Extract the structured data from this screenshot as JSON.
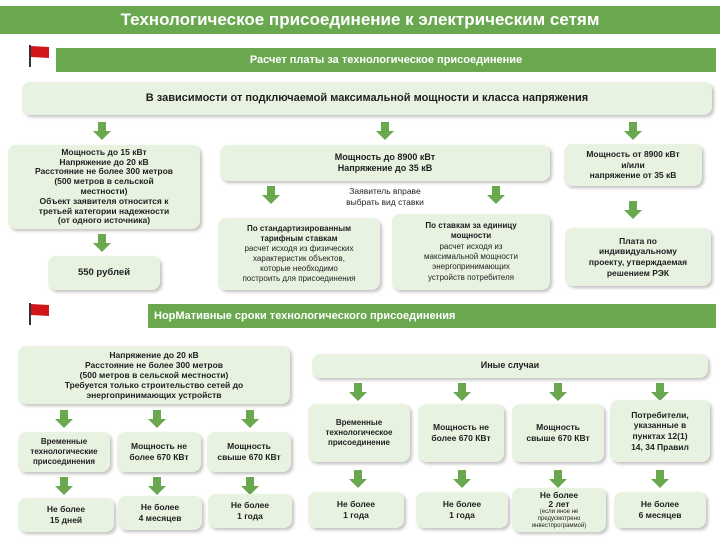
{
  "title": "Технологическое присоединение к электрическим сетям",
  "section1": {
    "banner": "Расчет платы  за технологическое присоединение",
    "subheader": "В зависимости от подключаемой  максимальной мощности и класса напряжения",
    "col1": {
      "lines": [
        "Мощность до 15 кВт",
        "Напряжение до 20 кВ",
        "Расстояние не более 300 метров",
        "(500 метров в сельской",
        "местности)",
        "Объект заявителя относится к",
        "третьей категории надежности",
        "(от одного источника)"
      ],
      "price": "550 рублей"
    },
    "col2": {
      "lines": [
        "Мощность до 8900 кВт",
        "Напряжение до 35 кВ"
      ],
      "choice": [
        "Заявитель вправе",
        "выбрать вид ставки"
      ],
      "standard": {
        "title": [
          "По стандартизированным",
          "тарифным ставкам"
        ],
        "body": [
          "расчет исходя из физических",
          "характеристик объектов,",
          "которые необходимо",
          "построить для присоединения"
        ]
      },
      "unit": {
        "title": [
          "По ставкам за единицу",
          "мощности"
        ],
        "body": [
          "расчет исходя из",
          "максимальной мощности",
          "энергопринимающих",
          "устройств потребителя"
        ]
      }
    },
    "col3": {
      "lines": [
        "Мощность от 8900 кВт",
        "и/или",
        "напряжение от 35 кВ"
      ],
      "result": [
        "Плата по",
        "индивидуальному",
        "проекту, утверждаемая",
        "решением РЭК"
      ]
    }
  },
  "section2": {
    "banner": "НорМативные сроки технологического присоединения",
    "left": {
      "header": [
        "Напряжение до 20 кВ",
        "Расстояние не более 300 метров",
        "(500 метров в сельской местности)",
        "Требуется только строительство сетей до",
        "энергопринимающих устройств"
      ],
      "categories": [
        {
          "label": [
            "Временные",
            "технологические",
            "присоединения"
          ],
          "term": [
            "Не более",
            "15 дней"
          ]
        },
        {
          "label": [
            "Мощность не",
            "более 670 КВт"
          ],
          "term": [
            "Не более",
            "4 месяцев"
          ]
        },
        {
          "label": [
            "Мощность",
            "свыше 670 КВт"
          ],
          "term": [
            "Не более",
            "1 года"
          ]
        }
      ]
    },
    "right": {
      "header": "Иные случаи",
      "categories": [
        {
          "label": [
            "Временные",
            "технологическое",
            "присоединение"
          ],
          "term": [
            "Не более",
            "1 года"
          ]
        },
        {
          "label": [
            "Мощность не",
            "более 670 КВт"
          ],
          "term": [
            "Не более",
            "1 года"
          ]
        },
        {
          "label": [
            "Мощность",
            "свыше 670 КВт"
          ],
          "term": [
            "Не более",
            "2 лет"
          ],
          "note": [
            "(если иное не",
            "предусмотрено",
            "инвестпрограммой)"
          ]
        },
        {
          "label": [
            "Потребители,",
            "указанные в",
            "пунктах  12(1)",
            "14, 34 Правил"
          ],
          "term": [
            "Не более",
            "6 месяцев"
          ]
        }
      ]
    }
  },
  "colors": {
    "banner": "#6aa84f",
    "box": "#e8f2e1",
    "arrow": "#6aa84f",
    "flag": "#d0161b"
  },
  "icons": [
    "red-flag-icon",
    "down-arrow-icon"
  ]
}
